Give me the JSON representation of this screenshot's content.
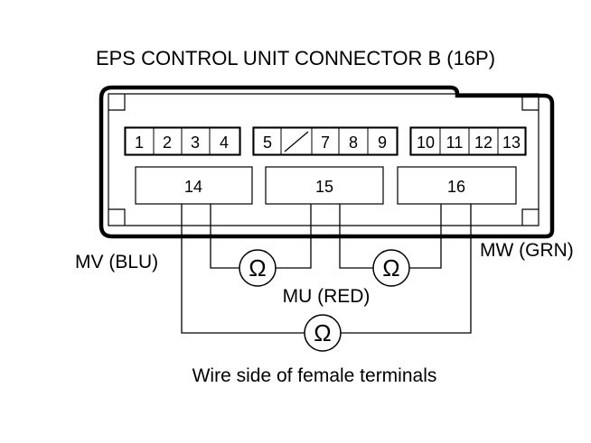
{
  "title": "EPS CONTROL UNIT CONNECTOR B (16P)",
  "caption": "Wire side of female terminals",
  "connector": {
    "small_pins": [
      {
        "id": "1",
        "label": "1"
      },
      {
        "id": "2",
        "label": "2"
      },
      {
        "id": "3",
        "label": "3"
      },
      {
        "id": "4",
        "label": "4"
      },
      {
        "id": "5",
        "label": "5"
      },
      {
        "id": "6",
        "label": ""
      },
      {
        "id": "7",
        "label": "7"
      },
      {
        "id": "8",
        "label": "8"
      },
      {
        "id": "9",
        "label": "9"
      },
      {
        "id": "10",
        "label": "10"
      },
      {
        "id": "11",
        "label": "11"
      },
      {
        "id": "12",
        "label": "12"
      },
      {
        "id": "13",
        "label": "13"
      }
    ],
    "large_pins": [
      {
        "id": "14",
        "label": "14"
      },
      {
        "id": "15",
        "label": "15"
      },
      {
        "id": "16",
        "label": "16"
      }
    ]
  },
  "wires": {
    "mv": "MV (BLU)",
    "mu": "MU (RED)",
    "mw": "MW (GRN)"
  },
  "meters": {
    "symbol": "Ω"
  },
  "icons": [
    "ohmmeter-icon",
    "empty-cavity-icon"
  ]
}
